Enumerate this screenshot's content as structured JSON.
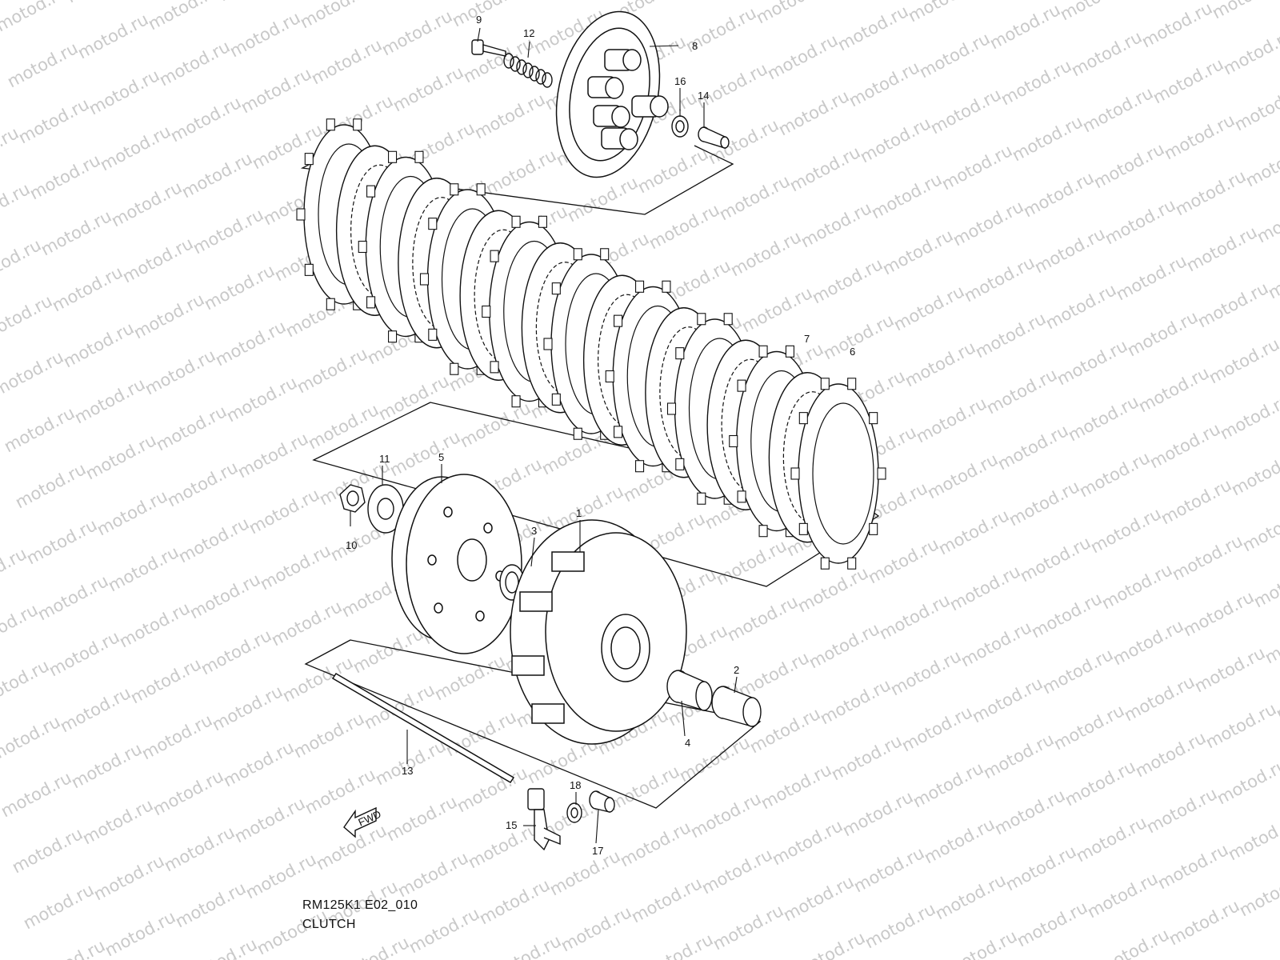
{
  "diagram": {
    "code": "RM125K1 E02_010",
    "title": "CLUTCH",
    "watermark": "motod.ru",
    "fwd_label": "FWD",
    "callouts": [
      "1",
      "2",
      "3",
      "4",
      "5",
      "6",
      "7",
      "8",
      "9",
      "10",
      "11",
      "12",
      "13",
      "14",
      "15",
      "16",
      "17",
      "18"
    ],
    "colors": {
      "line": "#111111",
      "watermark": "#c9c9c9",
      "background": "#ffffff"
    }
  }
}
